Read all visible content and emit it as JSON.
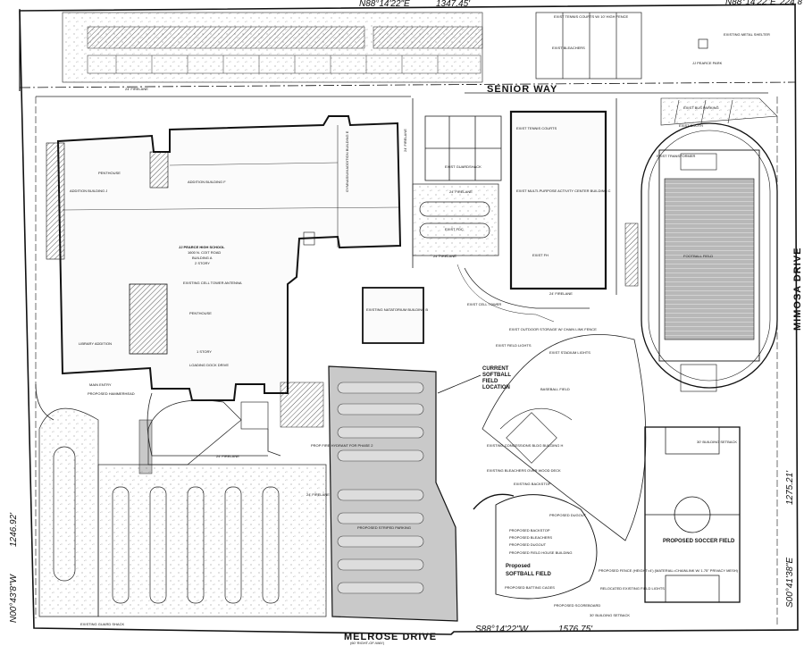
{
  "streets": {
    "senior_way": "SENIOR WAY",
    "mimosa_drive": "MIMOSA DRIVE",
    "melrose_drive": "MELROSE DRIVE",
    "melrose_sub": "(60' RIGHT-OF-WAY)"
  },
  "bearings": {
    "top": "N88°14'22\"E",
    "top_dist": "1347.45'",
    "top_right": "N88°14'22\"E",
    "top_right_dist": "224.8",
    "right": "S00°41'38\"E",
    "right_dist": "1275.21'",
    "bottom": "S88°14'22\"W",
    "bottom_dist": "1576.75'",
    "left": "N00°43'8\"W",
    "left_dist": "1246.92'"
  },
  "labels": {
    "school": "JJ PEARCE HIGH SCHOOL",
    "school_addr": "1600 N. COIT ROAD",
    "building_a": "BUILDING A",
    "story2": "2 STORY",
    "story1": "1 STORY",
    "penthouse": "PENTHOUSE",
    "penthouse2": "PENTHOUSE",
    "addition_j": "ADDITION BUILDING J",
    "addition_f": "ADDITION BUILDING F",
    "gymnasium": "GYMNASIUM ADDITION BUILDING E",
    "library": "LIBRARY ADDITION",
    "main_entry": "MAIN ENTRY",
    "natatorium": "EXISTING NATATORIUM BUILDING B",
    "multipurpose": "EXIST MULTI-PURPOSE ACTIVITY CENTER BUILDING C",
    "tennis_courts": "EXIST TENNIS COURTS",
    "tennis_courts_top": "EXIST TENNIS COURTS W/ 10' HIGH FENCE",
    "bleachers": "EXIST BLEACHERS",
    "pearce_park": "JJ PEARCE PARK",
    "metal_shelter": "EXISTING METAL SHELTER",
    "football_field": "FOOTBALL FIELD",
    "baseball_field": "BASEBALL FIELD",
    "current_softball": "CURRENT SOFTBALL FIELD LOCATION",
    "proposed_soccer": "PROPOSED SOCCER FIELD",
    "proposed_softball": "Proposed SOFTBALL FIELD",
    "proposed_striping": "PROPOSED STRIPED PARKING",
    "proposed_backstop": "PROPOSED BACKSTOP",
    "proposed_bleachers": "PROPOSED BLEACHERS",
    "proposed_dugout": "PROPOSED DUGOUT",
    "proposed_dugout2": "PROPOSED DUGOUT",
    "proposed_field_house": "PROPOSED FIELD HOUSE BUILDING",
    "proposed_fence": "PROPOSED FENCE (HEIGHT=4') (MATERIAL=CHAINLINK W/ 1.75\" PRIVACY MESH)",
    "proposed_batting": "PROPOSED BATTING CAGES",
    "proposed_scoreboard": "PROPOSED SCOREBOARD",
    "relocated_lights": "RELOCATED EXISTING FIELD LIGHTS",
    "existing_concession": "EXISTING CONCESSIONS BLDG BUILDING H",
    "existing_bleachers": "EXISTING BLEACHERS OVER WOOD DECK",
    "existing_backstop": "EXISTING BACKSTOP",
    "exist_field_lights": "EXIST FIELD LIGHTS",
    "exist_stadium_lights": "EXIST STADIUM LIGHTS",
    "exist_cell_tower": "EXIST CELL TOWER",
    "exist_outdoor_storage": "EXIST OUTDOOR STORAGE W/ CHAIN LINK FENCE",
    "exist_guard_shack": "EXIST GUARDSHACK",
    "exist_fdc": "EXIST FDC",
    "exist_fh": "EXIST FH",
    "exist_transformer": "EXIST TRANSFORMER",
    "exist_booth": "EXIST BOOTH",
    "bus_parking": "EXIST BUS PARKING",
    "existing_hammerhead": "PROPOSED HAMMERHEAD",
    "loading_dock": "LOADING DOCK DRIVE",
    "fire_lane": "24' FIRELANE",
    "fire_lane2": "24' FIRELANE",
    "fire_lane3": "24' FIRELANE",
    "fire_lane4": "24' FIRELANE",
    "fire_lane5": "24' FIRELANE",
    "fire_lane6": "24' FIRELANE",
    "fire_lane7": "24' FIRELANE",
    "bldg_setback": "30' BUILDING SETBACK",
    "bldg_setback2": "30' BUILDING SETBACK",
    "existing_guard_shack": "EXISTING GUARD SHACK",
    "prop_fire_hydrant": "PROP FIRE HYDRANT FOR PHASE 2",
    "cell_tower_antenna": "EXISTING CELL TOWER ANTENNA"
  }
}
